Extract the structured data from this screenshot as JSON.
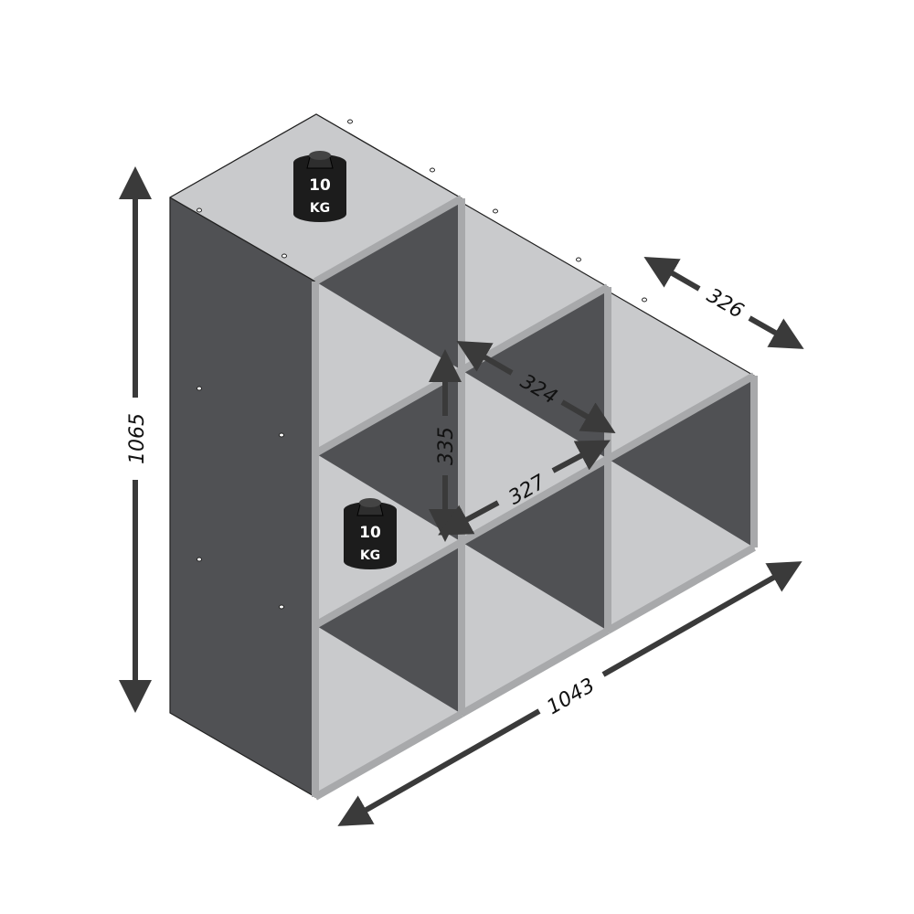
{
  "colors": {
    "panel_dark": "#505154",
    "panel_light": "#c9cacc",
    "edge": "#a8a9ab",
    "arrow": "#3a3a3a",
    "weight": "#1c1c1c"
  },
  "dimensions": {
    "total_height": "1065",
    "total_width": "1043",
    "depth": "326",
    "compartment_depth": "324",
    "compartment_height": "335",
    "compartment_width": "327"
  },
  "weights": [
    {
      "value": "10",
      "unit": "KG"
    },
    {
      "value": "10",
      "unit": "KG"
    }
  ]
}
